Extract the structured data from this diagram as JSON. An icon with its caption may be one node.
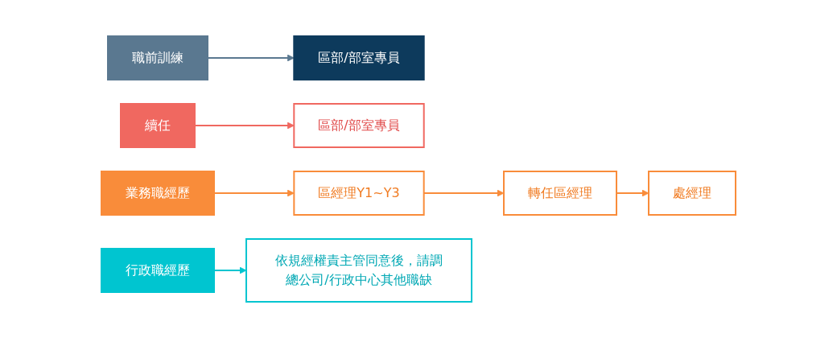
{
  "diagram": {
    "nodes": [
      {
        "text": [
          "職前訓練"
        ]
      },
      {
        "text": [
          "區部/部室專員"
        ]
      },
      {
        "text": [
          "續任"
        ]
      },
      {
        "text": [
          "區部/部室專員"
        ]
      },
      {
        "text": [
          "業務職經歷"
        ]
      },
      {
        "text": [
          "區經理Y1~Y3"
        ]
      },
      {
        "text": [
          "轉任區經理"
        ]
      },
      {
        "text": [
          "處經理"
        ]
      },
      {
        "text": [
          "行政職經歷"
        ]
      },
      {
        "text": [
          "依規經權責主管同意後，請調總公司/行政中心其他職缺"
        ]
      }
    ],
    "edges": [
      {
        "from": 0,
        "to": 1,
        "arrow": "to",
        "color": "#5a7890"
      },
      {
        "from": 2,
        "to": 3,
        "arrow": "to",
        "color": "#f06860"
      },
      {
        "from": 4,
        "to": 5,
        "arrow": "to",
        "color": "#f98c3a"
      },
      {
        "from": 5,
        "to": 6,
        "arrow": "to",
        "color": "#f98c3a"
      },
      {
        "from": 6,
        "to": 7,
        "arrow": "to",
        "color": "#f98c3a"
      },
      {
        "from": 8,
        "to": 9,
        "arrow": "to",
        "color": "#00c5d0"
      }
    ]
  }
}
